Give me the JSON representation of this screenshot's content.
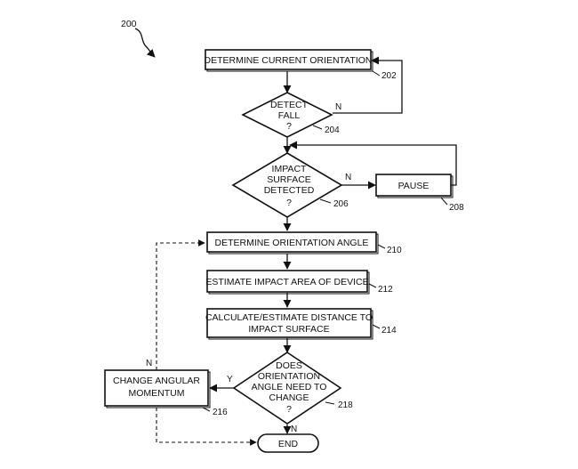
{
  "figure": {
    "ref": "200"
  },
  "nodes": {
    "n202": {
      "lines": [
        "DETERMINE CURRENT ORIENTATION"
      ],
      "ref": "202"
    },
    "n204": {
      "lines": [
        "DETECT",
        "FALL",
        "?"
      ],
      "ref": "204"
    },
    "n206": {
      "lines": [
        "IMPACT",
        "SURFACE",
        "DETECTED",
        "?"
      ],
      "ref": "206"
    },
    "n208": {
      "lines": [
        "PAUSE"
      ],
      "ref": "208"
    },
    "n210": {
      "lines": [
        "DETERMINE ORIENTATION ANGLE"
      ],
      "ref": "210"
    },
    "n212": {
      "lines": [
        "ESTIMATE IMPACT AREA OF DEVICE"
      ],
      "ref": "212"
    },
    "n214": {
      "lines": [
        "CALCULATE/ESTIMATE DISTANCE TO",
        "IMPACT SURFACE"
      ],
      "ref": "214"
    },
    "n218": {
      "lines": [
        "DOES",
        "ORIENTATION",
        "ANGLE NEED TO",
        "CHANGE",
        "?"
      ],
      "ref": "218"
    },
    "n216": {
      "lines": [
        "CHANGE ANGULAR",
        "MOMENTUM"
      ],
      "ref": "216"
    },
    "end": {
      "lines": [
        "END"
      ]
    }
  },
  "branches": {
    "b204_no": "N",
    "b206_no": "N",
    "b218_yes": "Y",
    "b218_no": "N",
    "b216_no": "N"
  }
}
